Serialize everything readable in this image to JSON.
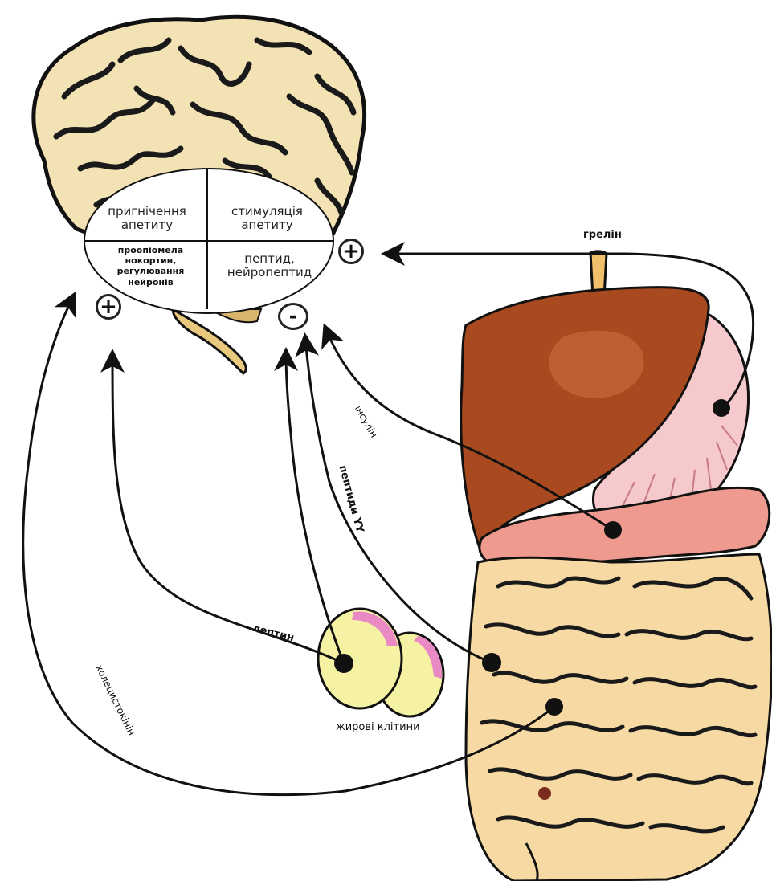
{
  "hypothalamus": {
    "top_left": "пригнічення апетиту",
    "top_right": "стимуляція апетиту",
    "bottom_left": "проопіомела нокортин, регулювання нейронів",
    "bottom_right": "пептид, нейропептид"
  },
  "signs": {
    "plus_right": "+",
    "plus_left": "+",
    "minus": "-"
  },
  "hormones": {
    "ghrelin": "грелін",
    "insulin": "інсулін",
    "peptide_yy": "пептиди YY",
    "leptin": "лептин",
    "cholecystokinin": "холецистокінін"
  },
  "fat_cells_label": "жирові клітини",
  "colors": {
    "brain_fill": "#f3e2b4",
    "brain_gyri": "#1a1a1a",
    "liver": "#a9491f",
    "stomach": "#f6c9cc",
    "intestine": "#f6d9a3",
    "fat_cell": "#f5f3a3",
    "fat_cell_pink": "#e98ac5"
  }
}
